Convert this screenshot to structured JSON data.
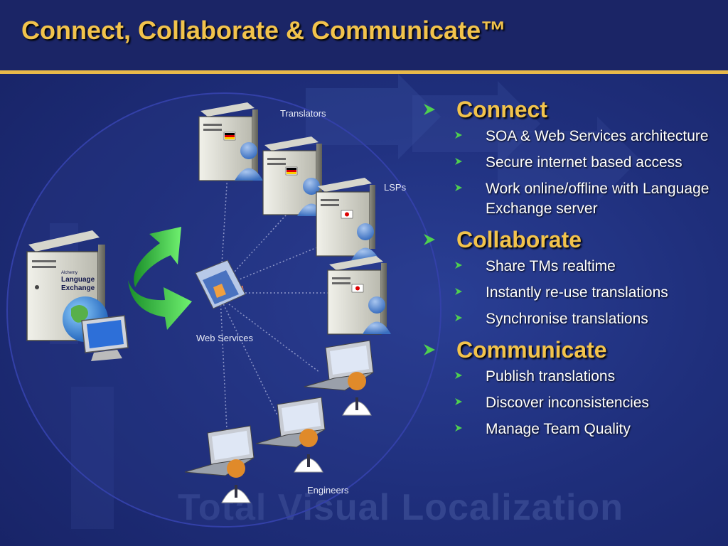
{
  "title": "Connect, Collaborate & Communicate™",
  "watermark": "Total Visual Localization",
  "diagram": {
    "server_label_small": "Alchemy",
    "server_label": "Language Exchange",
    "translators_label": "Translators",
    "lsps_label": "LSPs",
    "web_services_label": "Web Services",
    "engineers_label": "Engineers"
  },
  "sections": [
    {
      "title": "Connect",
      "items": [
        "SOA & Web Services architecture",
        "Secure internet based access",
        "Work online/offline with Language Exchange server"
      ]
    },
    {
      "title": "Collaborate",
      "items": [
        "Share TMs realtime",
        "Instantly re-use translations",
        "Synchronise translations"
      ]
    },
    {
      "title": "Communicate",
      "items": [
        "Publish translations",
        "Discover inconsistencies",
        "Manage Team Quality"
      ]
    }
  ],
  "colors": {
    "background": "#1f2f7c",
    "title": "#f2c34c",
    "rule": "#e8b94a",
    "bullet_text": "#ffffff",
    "arrow_green": "#4fd04f"
  }
}
